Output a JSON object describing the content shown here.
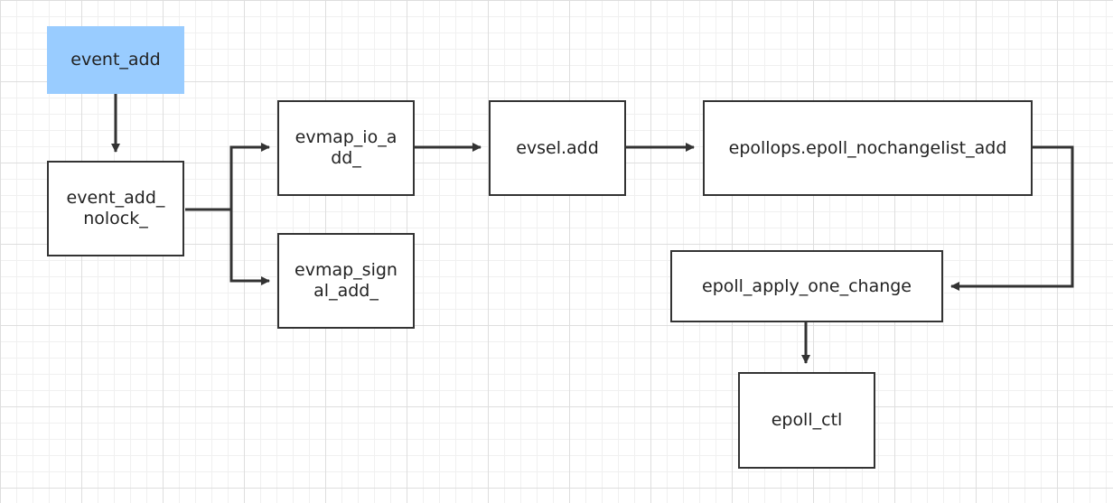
{
  "nodes": {
    "event_add": "event_add",
    "event_add_nolock": "event_add_nolock_",
    "evmap_io_add": "evmap_io_add_",
    "evmap_signal_add": "evmap_signal_add_",
    "evsel_add": "evsel.add",
    "epoll_nochangelist_add": "epollops.epoll_nochangelist_add",
    "epoll_apply_one_change": "epoll_apply_one_change",
    "epoll_ctl": "epoll_ctl"
  },
  "colors": {
    "start_fill": "#99ccff",
    "node_border": "#333333",
    "edge": "#333333"
  }
}
